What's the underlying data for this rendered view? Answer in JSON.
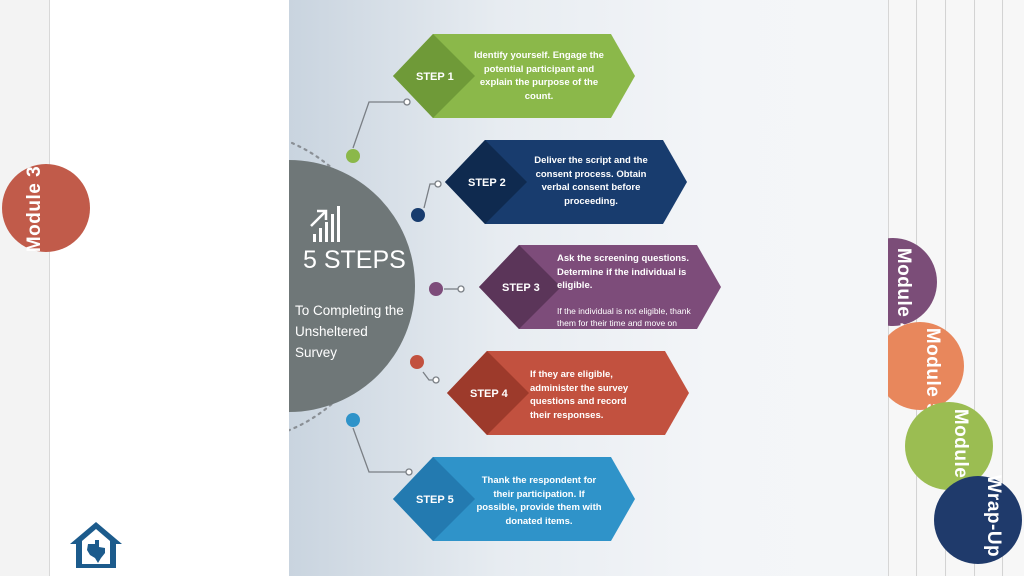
{
  "tabs": {
    "module3": {
      "label": "Module 3",
      "color": "#c15b4a"
    },
    "module4": {
      "label": "Module 4",
      "color": "#7b4d78"
    },
    "module5": {
      "label": "Module 5",
      "color": "#e8875c"
    },
    "module6": {
      "label": "Module 6",
      "color": "#9bbd52"
    },
    "wrapup": {
      "label": "Wrap-Up",
      "color": "#1f3a6b"
    }
  },
  "infographic": {
    "title": "5 STEPS",
    "subtitle": "To Completing the Unsheltered Survey",
    "steps": [
      {
        "label": "STEP 1",
        "text": "Identify yourself. Engage the potential participant and explain the purpose of the count.",
        "color": "#8bb84a",
        "dark": "#6f9a38"
      },
      {
        "label": "STEP 2",
        "text": "Deliver the script and the consent process. Obtain verbal consent before proceeding.",
        "color": "#183c6e",
        "dark": "#0f2a4f"
      },
      {
        "label": "STEP 3",
        "text": "Ask the screening questions. Determine if the individual is eligible.",
        "note": "If  the individual is not eligible, thank them for their time and move on",
        "color": "#7d4c7a",
        "dark": "#5b3559"
      },
      {
        "label": "STEP 4",
        "text": "If they are eligible, administer the survey questions and record their responses.",
        "color": "#c2513f",
        "dark": "#9d3a2b"
      },
      {
        "label": "STEP 5",
        "text": "Thank the respondent for their participation. If possible, provide them with donated items.",
        "color": "#2f93c9",
        "dark": "#237ab0"
      }
    ]
  }
}
